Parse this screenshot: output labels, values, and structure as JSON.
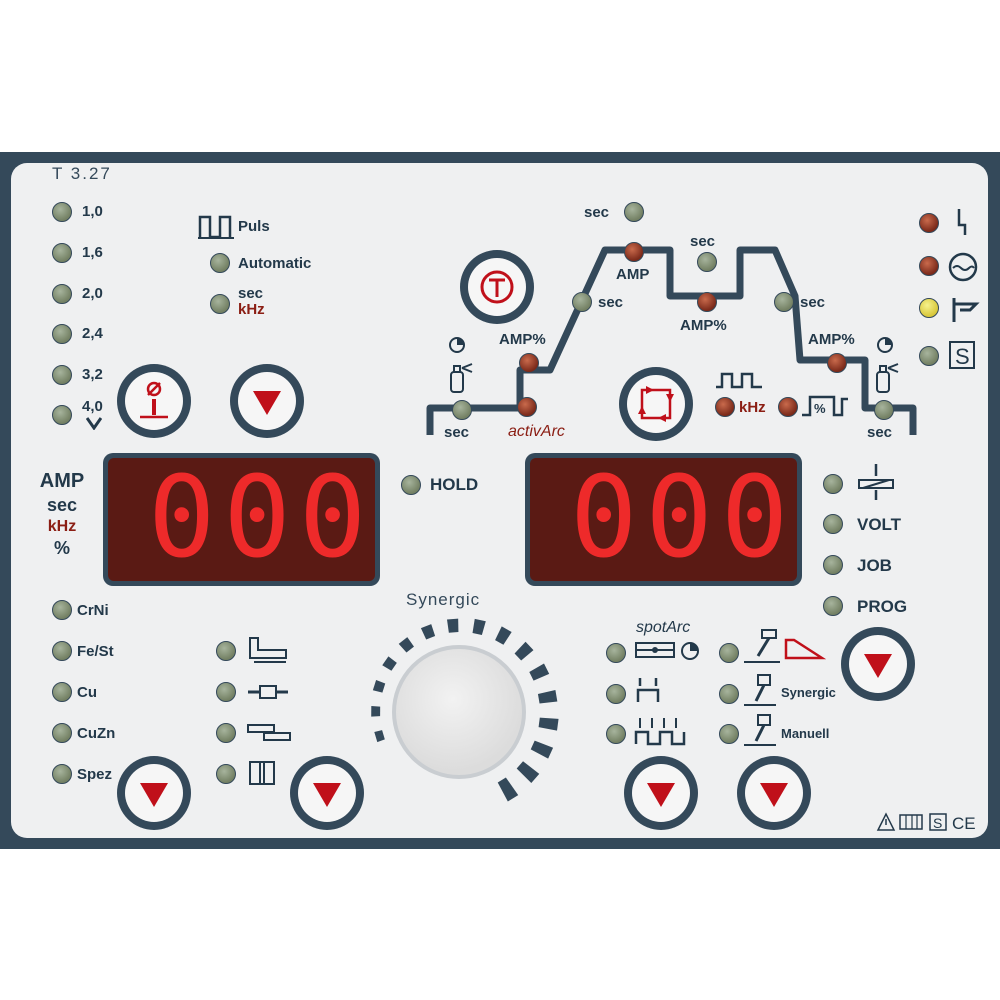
{
  "panel": {
    "model": "T 3.27",
    "synergic_label": "Synergic",
    "display_left": "000",
    "display_right": "000",
    "hold_label": "HOLD"
  },
  "electrode_sizes": [
    "1,0",
    "1,6",
    "2,0",
    "2,4",
    "3,2",
    "4,0"
  ],
  "pulse": {
    "puls_label": "Puls",
    "automatic_label": "Automatic",
    "sec_label": "sec",
    "khz_label": "kHz"
  },
  "units_left": {
    "amp": "AMP",
    "sec": "sec",
    "khz": "kHz",
    "pct": "%"
  },
  "sequence": {
    "sec_top": "sec",
    "amp_peak": "AMP",
    "sec_peak": "sec",
    "sec_upslope": "sec",
    "amp_pct_low": "AMP%",
    "sec_downslope": "sec",
    "amp_pct_left": "AMP%",
    "amp_pct_right": "AMP%",
    "sec_left": "sec",
    "sec_right": "sec",
    "activarc": "activArc",
    "khz": "kHz"
  },
  "right_params": [
    "VOLT",
    "JOB",
    "PROG"
  ],
  "materials": [
    "CrNi",
    "Fe/St",
    "Cu",
    "CuZn",
    "Spez"
  ],
  "modes_right": {
    "spotarc": "spotArc",
    "synergic": "Synergic",
    "manuell": "Manuell"
  },
  "icons": {
    "arrow_down": "down-triangle-icon",
    "status_colors": {
      "led_green": "#8c9a7e",
      "led_red": "#8b2a1a",
      "led_yellow": "#e8df5a",
      "display_red": "#ee2a2a"
    }
  }
}
